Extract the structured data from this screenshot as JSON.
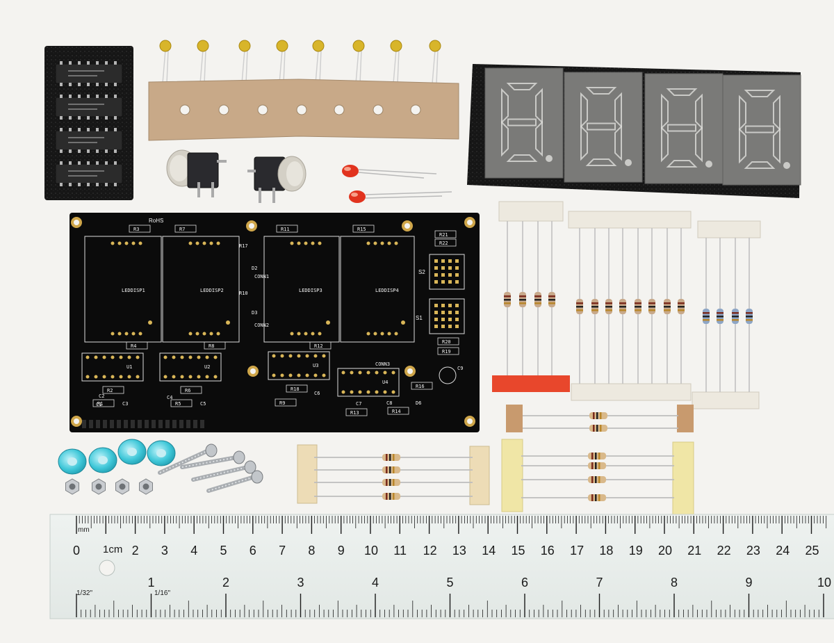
{
  "pcb": {
    "rohs": "RoHS",
    "displays": [
      "LEDDISP1",
      "LEDDISP2",
      "LEDDISP3",
      "LEDDISP4"
    ],
    "switches": [
      "S2",
      "S1"
    ],
    "diodes": [
      "D2",
      "D3"
    ],
    "connectors": [
      "CONN1",
      "CONN2",
      "CONN3"
    ],
    "chips": [
      "U1",
      "U2",
      "U3",
      "U4"
    ],
    "capacitors": [
      "C1",
      "C2",
      "C3",
      "C4",
      "C5",
      "C6",
      "C7",
      "C8",
      "C9"
    ],
    "resistors_top": [
      "R3",
      "R7",
      "R11",
      "R15",
      "R21",
      "R22"
    ],
    "resistors_mid": [
      "R4",
      "R8",
      "R12",
      "R20",
      "R19",
      "R18",
      "R16"
    ],
    "resistors_low": [
      "R1",
      "R2",
      "R5",
      "R6",
      "R9",
      "R13",
      "R14"
    ],
    "other": [
      "R10",
      "R17",
      "D6"
    ]
  },
  "ruler": {
    "unit_mm": "mm",
    "unit_cm": "1cm",
    "cm_numbers": [
      "0",
      "2",
      "3",
      "4",
      "5",
      "6",
      "7",
      "8",
      "9",
      "10",
      "11",
      "12",
      "13",
      "14",
      "15",
      "16",
      "17",
      "18",
      "19",
      "20",
      "21",
      "22",
      "23",
      "24",
      "25"
    ],
    "inch_numbers": [
      "1",
      "2",
      "3",
      "4",
      "5",
      "6",
      "7",
      "8",
      "9",
      "10"
    ],
    "fraction_a": "1/32\"",
    "fraction_b": "1/16\""
  },
  "colors": {
    "board": "#0b0b0b",
    "pads": "#d9b658",
    "ceramic_cap": "#d8b52a",
    "led": "#e1331e",
    "display_face": "#7a7a78",
    "foam": "#1c1c1c",
    "washer": "#3fc7d8"
  }
}
